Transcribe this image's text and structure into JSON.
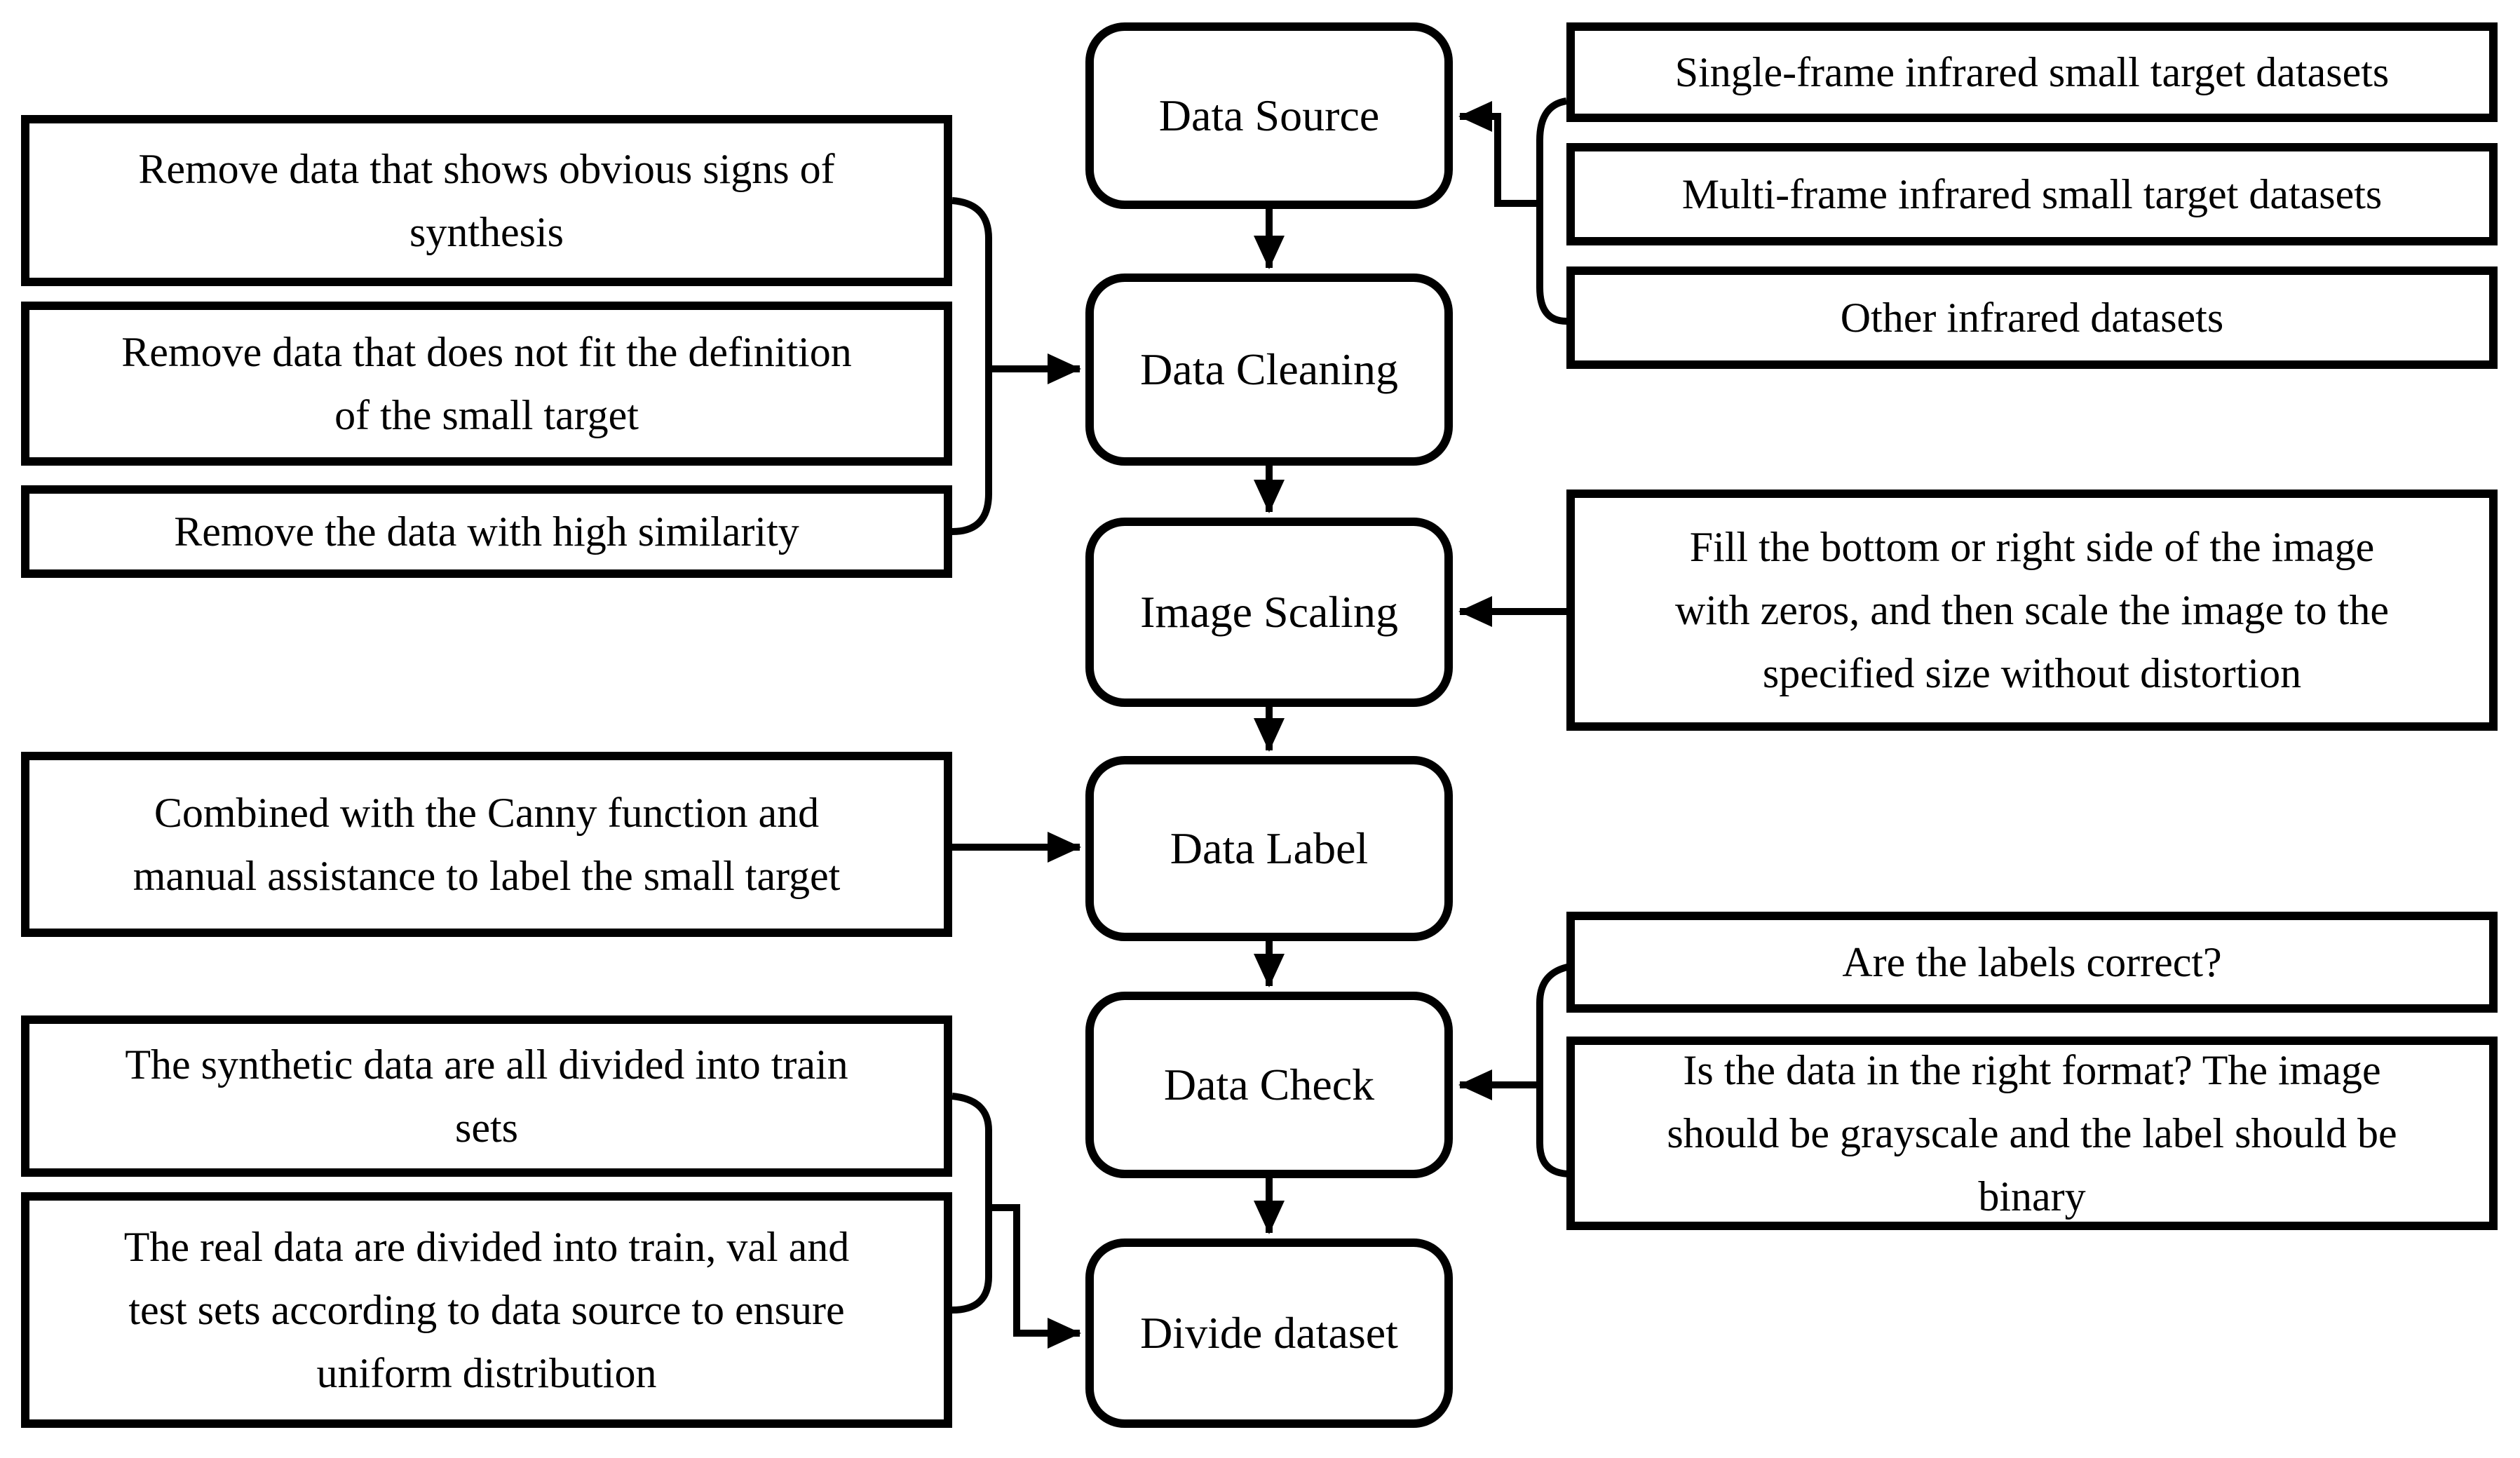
{
  "colors": {
    "background": "#ffffff",
    "line": "#000000",
    "text": "#000000"
  },
  "flow": {
    "steps": [
      {
        "label": "Data Source"
      },
      {
        "label": "Data Cleaning"
      },
      {
        "label": "Image Scaling"
      },
      {
        "label": "Data Label"
      },
      {
        "label": "Data Check"
      },
      {
        "label": "Divide dataset"
      }
    ]
  },
  "annotations": {
    "left": [
      {
        "text": "Remove data that shows obvious signs of\nsynthesis",
        "feeds": "Data Cleaning"
      },
      {
        "text": "Remove data that does not fit the definition\nof the small target",
        "feeds": "Data Cleaning"
      },
      {
        "text": "Remove the data with high similarity",
        "feeds": "Data Cleaning"
      },
      {
        "text": "Combined with the Canny function and\nmanual assistance to label the small target",
        "feeds": "Data Label"
      },
      {
        "text": "The synthetic data are all divided into train\nsets",
        "feeds": "Divide dataset"
      },
      {
        "text": "The real data are divided into train, val and\ntest sets according to data source to ensure\nuniform distribution",
        "feeds": "Divide dataset"
      }
    ],
    "right": [
      {
        "text": "Single-frame infrared small target datasets",
        "feeds": "Data Source"
      },
      {
        "text": "Multi-frame infrared small target datasets",
        "feeds": "Data Source"
      },
      {
        "text": "Other infrared datasets",
        "feeds": "Data Source"
      },
      {
        "text": "Fill the bottom or right side of the image\nwith zeros, and then scale the image to the\nspecified size without distortion",
        "feeds": "Image Scaling"
      },
      {
        "text": "Are the labels correct?",
        "feeds": "Data Check"
      },
      {
        "text": "Is the data in the right format? The image\nshould be grayscale and the label should be\nbinary",
        "feeds": "Data Check"
      }
    ]
  }
}
